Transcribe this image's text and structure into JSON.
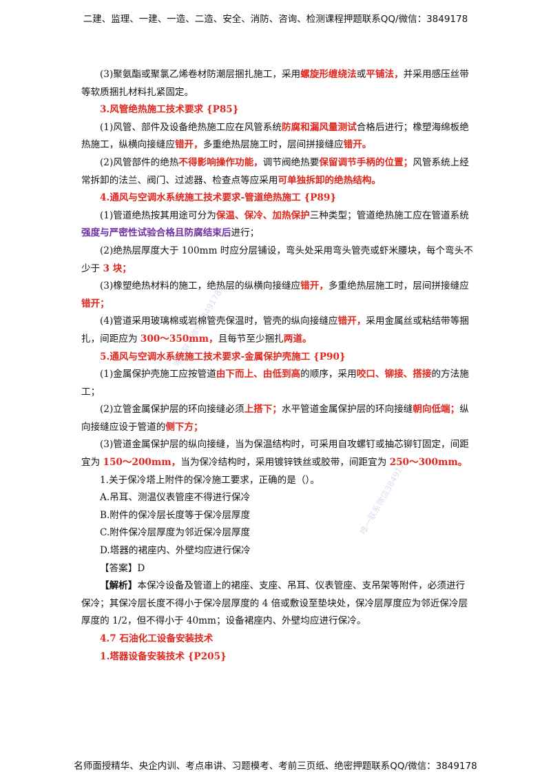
{
  "header": {
    "text": "二建、监理、一建、一造、二造、安全、消防、咨询、检测课程押题联系QQ/微信：3849178"
  },
  "footer": {
    "text": "名师面授精华、央企内训、考点串讲、习题模考、考前三页纸、绝密押题联系QQ/微信：3849178"
  },
  "watermarks": [
    "唯一联系微信3849178",
    "唯一联系微信3849178"
  ],
  "body": {
    "l1": {
      "a": "(3)聚氨酯或聚氯乙烯卷材防潮层捆扎施工，采用",
      "b": "螺旋形缠绕法",
      "c": "或",
      "d": "平铺法，",
      "e": "并采用感压丝带等软质捆扎材料扎紧固定。"
    },
    "h3": "3.风管绝热施工技术要求 {P85}",
    "l2": {
      "a": "(1)风管、部件及设备绝热施工应在风管系统",
      "b": "防腐和漏风量测试",
      "c": "合格后进行；橡塑海绵板绝热施工，纵横向接缝应",
      "d": "错开，",
      "e": "多重绝热层施工时，层间拼接缝应",
      "f": "错开。"
    },
    "l3": {
      "a": "(2)风管部件的绝热",
      "b": "不得影响操作功能，",
      "c": "调节阀绝热要",
      "d": "保留调节手柄的位置；",
      "e": "风管系统上经常拆卸的法兰、阀门、过滤器、检查点等应采用",
      "f": "可单独拆卸的绝热结构。"
    },
    "h4": "4.通风与空调水系统施工技术要求-管道绝热施工 {P89}",
    "l4": {
      "a": "(1)管道绝热按其用途可分为",
      "b": "保温、保冷、加热保护",
      "c": "三种类型；管道绝热施工应在管道系统",
      "d": "强度与严密性试验合格且防腐结束后",
      "e": "进行；"
    },
    "l5": {
      "a": "(2)绝热层厚度大于 100mm 时应分层铺设，弯头处采用弯头管壳或虾米腰块，每个弯头不少于 ",
      "b": "3 块；"
    },
    "l6": {
      "a": "(3)橡塑绝热材料的施工，绝热层的纵横向接缝应",
      "b": "错开，",
      "c": "多重绝热层施工时，层间拼接缝应",
      "d": "错开；"
    },
    "l7": {
      "a": "(4)管道采用玻璃棉或岩棉管壳保温时，管壳的纵向接缝应",
      "b": "错开，",
      "c": "采用金属丝或粘结带等捆扎，间距应为 ",
      "d": "300～350mm，",
      "e": "且每节至少捆扎",
      "f": "两道。"
    },
    "h5": "5.通风与空调水系统施工技术要求-金属保护壳施工 {P90}",
    "l8": {
      "a": "(1)金属保护壳施工应按管道",
      "b": "由下而上、由低到高",
      "c": "的顺序，采用",
      "d": "咬口、铆接、搭接",
      "e": "的方法施工；"
    },
    "l9": {
      "a": "(2)立管金属保护层的环向接缝必须",
      "b": "上搭下；",
      "c": "水平管道金属保护层的环向接缝",
      "d": "朝向低端；",
      "e": "纵向接缝应设于管道的",
      "f": "侧下方；"
    },
    "l10": {
      "a": "(3)管道金属保护层的纵向接缝，当为保温结构时，可采用自攻螺钉或抽芯铆钉固定，间距宜为 ",
      "b": "150～200mm，",
      "c": "当为保冷结构时，采用镀锌铁丝或胶带，间距宜为 ",
      "d": "250～300mm。"
    },
    "q1": "1.关于保冷塔上附件的保冷施工要求，正确的是（）。",
    "qa": "A.吊耳、测温仪表管座不得进行保冷",
    "qb": "B.附件的保冷层长度等于保冷层厚度",
    "qc": "C.附件保冷层厚度为邻近保冷层厚度",
    "qd": "D.塔器的裙座内、外壁均应进行保冷",
    "ans": "【答案】D",
    "exp": {
      "a": "【解析】",
      "b": "本保冷设备及管道上的裙座、支座、吊耳、仪表管座、支吊架等附件，必须进行保冷；其保冷层长度不得小于保冷层厚度的 4 倍或敷设至垫块处，保冷层厚度应为邻近保冷层厚度的 1/2，但不得小于 40mm；设备裙座内、外壁均应进行保冷。"
    },
    "h47": "4.7 石油化工设备安装技术",
    "h1": "1.塔器设备安装技术 {P205}"
  }
}
